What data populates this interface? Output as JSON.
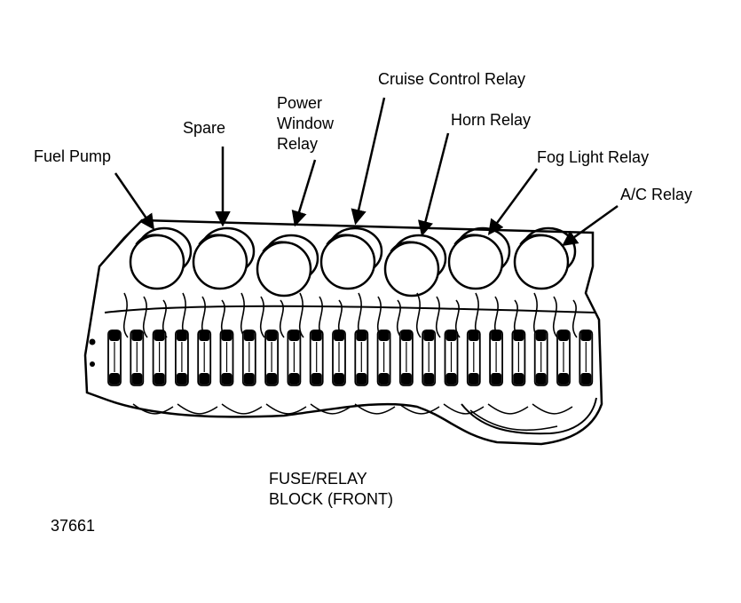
{
  "diagram": {
    "callouts": {
      "fuel_pump": "Fuel Pump",
      "spare": "Spare",
      "power_window_relay_line1": "Power",
      "power_window_relay_line2": "Window",
      "power_window_relay_line3": "Relay",
      "cruise_control_relay": "Cruise Control Relay",
      "horn_relay": "Horn Relay",
      "fog_light_relay": "Fog Light Relay",
      "ac_relay": "A/C Relay"
    },
    "caption_line1": "FUSE/RELAY",
    "caption_line2": "BLOCK (FRONT)",
    "figure_number": "37661"
  }
}
